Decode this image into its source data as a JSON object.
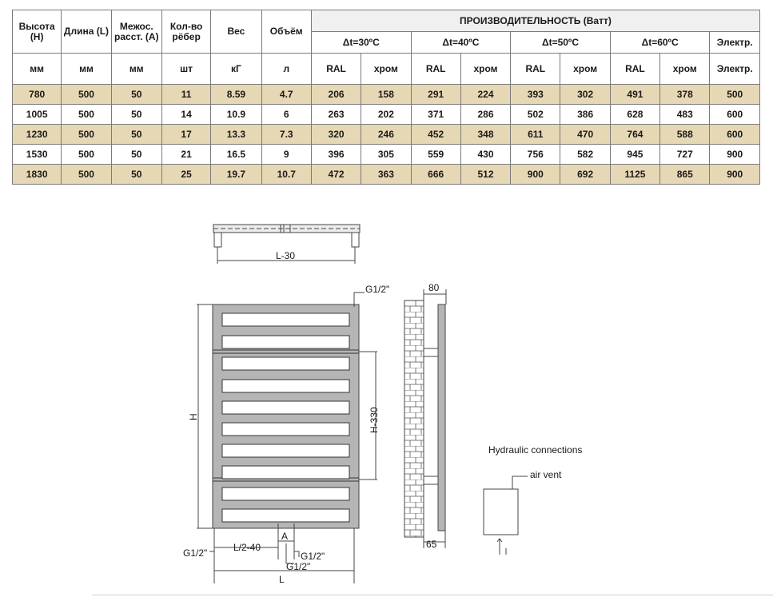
{
  "table": {
    "headers": {
      "height": "Высота (H)",
      "length": "Длина (L)",
      "spacing": "Межос. расст. (A)",
      "ribs": "Кол-во рёбер",
      "weight": "Вес",
      "volume": "Объём",
      "performance": "ПРОИЗВОДИТЕЛЬНОСТЬ (Ватт)",
      "dt30": "Δt=30ºC",
      "dt40": "Δt=40ºC",
      "dt50": "Δt=50ºC",
      "dt60": "Δt=60ºC",
      "electric": "Электр."
    },
    "units": [
      "мм",
      "мм",
      "мм",
      "шт",
      "кГ",
      "л",
      "RAL",
      "хром",
      "RAL",
      "хром",
      "RAL",
      "хром",
      "RAL",
      "хром",
      "Электр."
    ],
    "rows": [
      [
        "780",
        "500",
        "50",
        "11",
        "8.59",
        "4.7",
        "206",
        "158",
        "291",
        "224",
        "393",
        "302",
        "491",
        "378",
        "500"
      ],
      [
        "1005",
        "500",
        "50",
        "14",
        "10.9",
        "6",
        "263",
        "202",
        "371",
        "286",
        "502",
        "386",
        "628",
        "483",
        "600"
      ],
      [
        "1230",
        "500",
        "50",
        "17",
        "13.3",
        "7.3",
        "320",
        "246",
        "452",
        "348",
        "611",
        "470",
        "764",
        "588",
        "600"
      ],
      [
        "1530",
        "500",
        "50",
        "21",
        "16.5",
        "9",
        "396",
        "305",
        "559",
        "430",
        "756",
        "582",
        "945",
        "727",
        "900"
      ],
      [
        "1830",
        "500",
        "50",
        "25",
        "19.7",
        "10.7",
        "472",
        "363",
        "666",
        "512",
        "900",
        "692",
        "1125",
        "865",
        "900"
      ]
    ]
  },
  "drawing": {
    "top_view_dim": "L-30",
    "g12_top": "G1/2\"",
    "depth_80": "80",
    "height_label": "H",
    "h330": "H-330",
    "g12_left": "G1/2\"",
    "l2_40": "L/2-40",
    "a_label": "A",
    "g12_bottom_right": "G1/2\"",
    "g12_bottom_center": "G1/2\"",
    "l_label": "L",
    "depth_65": "65",
    "hydraulic_title": "Hydraulic connections",
    "air_vent": "air vent"
  }
}
